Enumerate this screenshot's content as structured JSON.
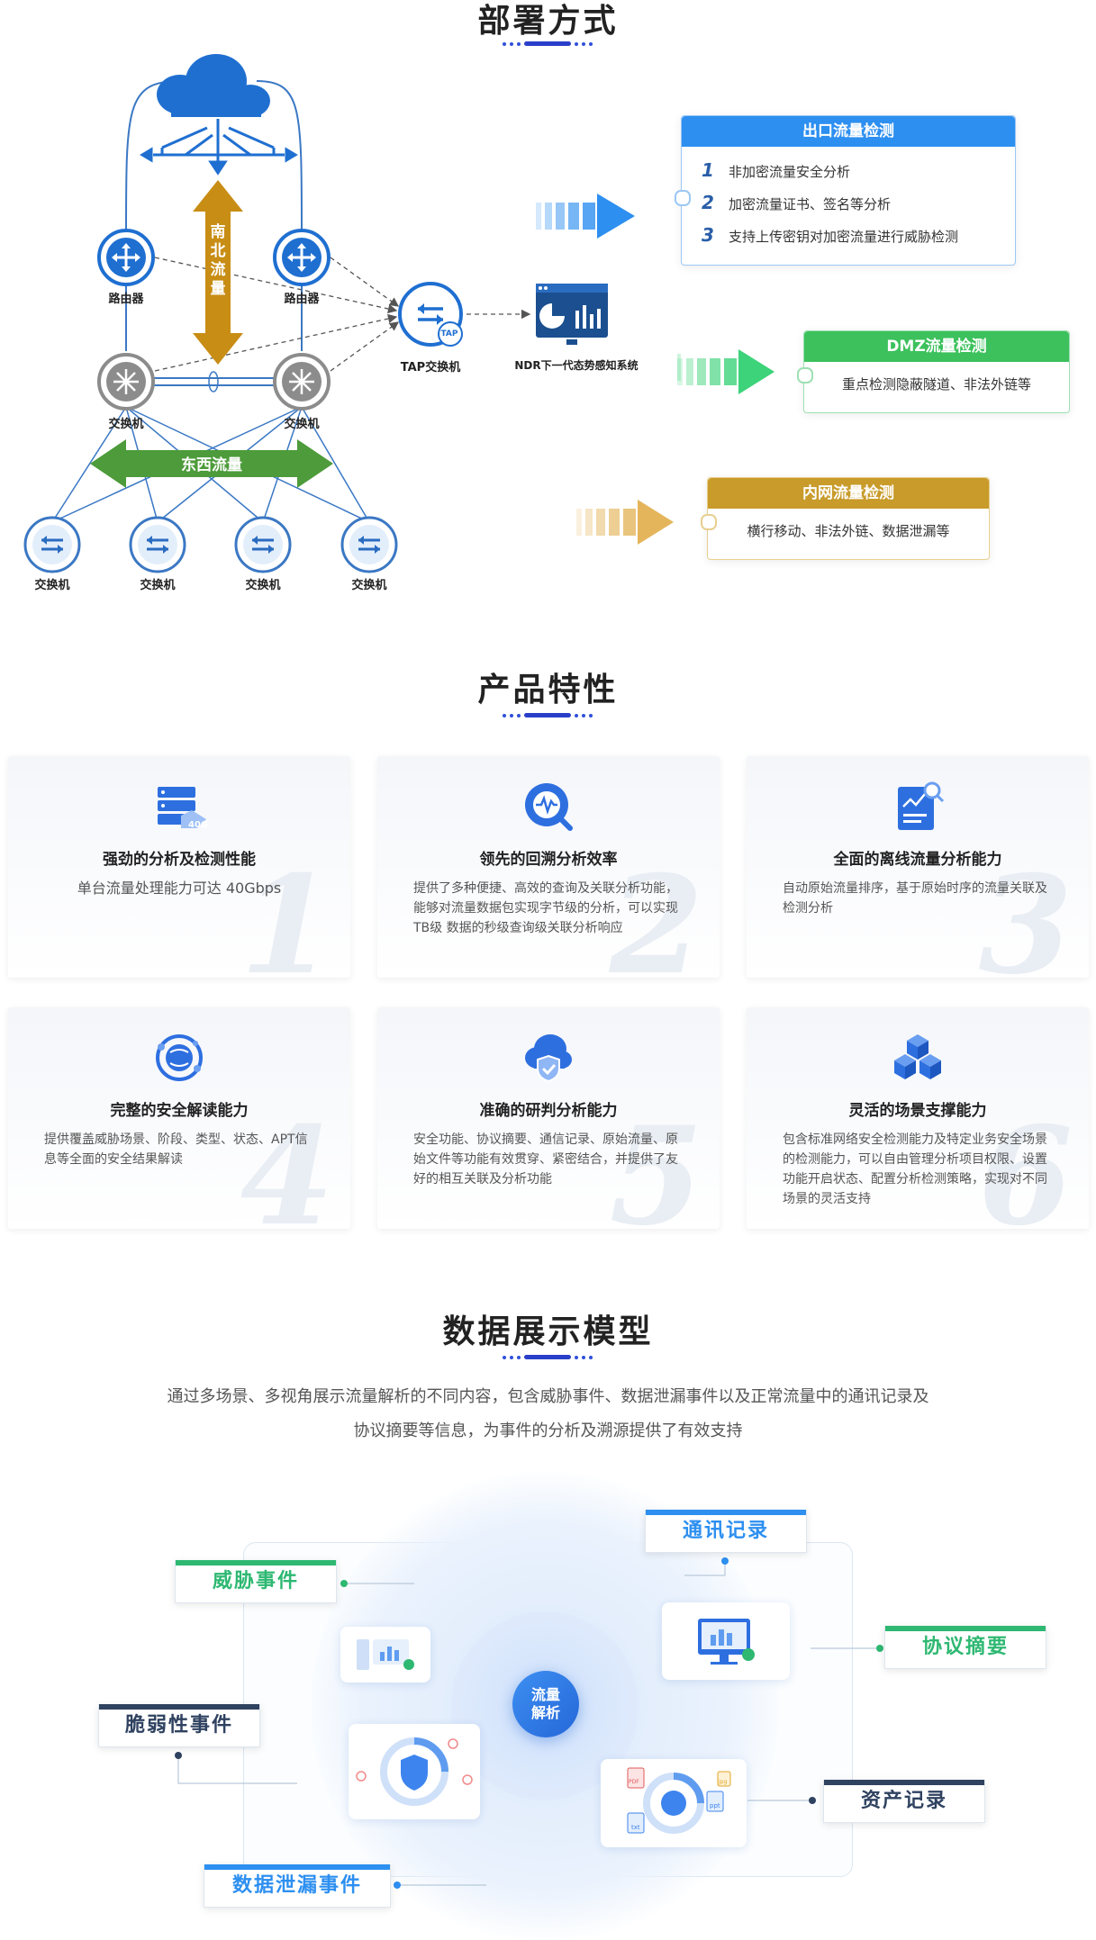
{
  "deploy": {
    "title": "部署方式",
    "north_south_label": "南北流量",
    "east_west_label": "东西流量",
    "router_label": "路由器",
    "switch_label": "交换机",
    "tap_label": "TAP交换机",
    "tap_badge": "TAP",
    "ndr_label": "NDR下一代态势感知系统",
    "export_card": {
      "title": "出口流量检测",
      "items": [
        {
          "num": "1",
          "text": "非加密流量安全分析"
        },
        {
          "num": "2",
          "text": "加密流量证书、签名等分析"
        },
        {
          "num": "3",
          "text": "支持上传密钥对加密流量进行威胁检测"
        }
      ],
      "color": "#2d8ff0"
    },
    "dmz_card": {
      "title": "DMZ流量检测",
      "text": "重点检测隐蔽隧道、非法外链等",
      "color": "#3cc15c"
    },
    "intranet_card": {
      "title": "内网流量检测",
      "text": "横行移动、非法外链、数据泄漏等",
      "color": "#c89b2a"
    }
  },
  "features": {
    "title": "产品特性",
    "cards": [
      {
        "num": "1",
        "title": "强劲的分析及检测性能",
        "desc": "单台流量处理能力可达 40Gbps",
        "icon": "server-40g-icon",
        "badge": "40G"
      },
      {
        "num": "2",
        "title": "领先的回溯分析效率",
        "desc": "提供了多种便捷、高效的查询及关联分析功能，能够对流量数据包实现字节级的分析，可以实现 TB级 数据的秒级查询级关联分析响应",
        "icon": "search-chat-icon"
      },
      {
        "num": "3",
        "title": "全面的离线流量分析能力",
        "desc": "自动原始流量排序，基于原始时序的流量关联及检测分析",
        "icon": "chart-report-icon"
      },
      {
        "num": "4",
        "title": "完整的安全解读能力",
        "desc": "提供覆盖威胁场景、阶段、类型、状态、APT信息等全面的安全结果解读",
        "icon": "globe-network-icon"
      },
      {
        "num": "5",
        "title": "准确的研判分析能力",
        "desc": "安全功能、协议摘要、通信记录、原始流量、原始文件等功能有效贯穿、紧密结合，并提供了友好的相互关联及分析功能",
        "icon": "cloud-shield-icon"
      },
      {
        "num": "6",
        "title": "灵活的场景支撑能力",
        "desc": "包含标准网络安全检测能力及特定业务安全场景的检测能力，可以自由管理分析项目权限、设置功能开启状态、配置分析检测策略，实现对不同场景的灵活支持",
        "icon": "cubes-icon"
      }
    ]
  },
  "model": {
    "title": "数据展示模型",
    "intro_line1": "通过多场景、多视角展示流量解析的不同内容，包含威胁事件、数据泄漏事件以及正常流量中的通讯记录及",
    "intro_line2": "协议摘要等信息，为事件的分析及溯源提供了有效支持",
    "center_line1": "流量",
    "center_line2": "解析",
    "tags": {
      "threat": "威胁事件",
      "comm": "通讯记录",
      "protocol": "协议摘要",
      "vuln": "脆弱性事件",
      "asset": "资产记录",
      "leak": "数据泄漏事件"
    },
    "mini_icons": {
      "file_labels": [
        "PDF",
        "txt",
        "ppt",
        "jpg"
      ]
    },
    "colors": {
      "green": "#2eb872",
      "blue": "#2d8ff0",
      "navy": "#2f4260"
    }
  }
}
